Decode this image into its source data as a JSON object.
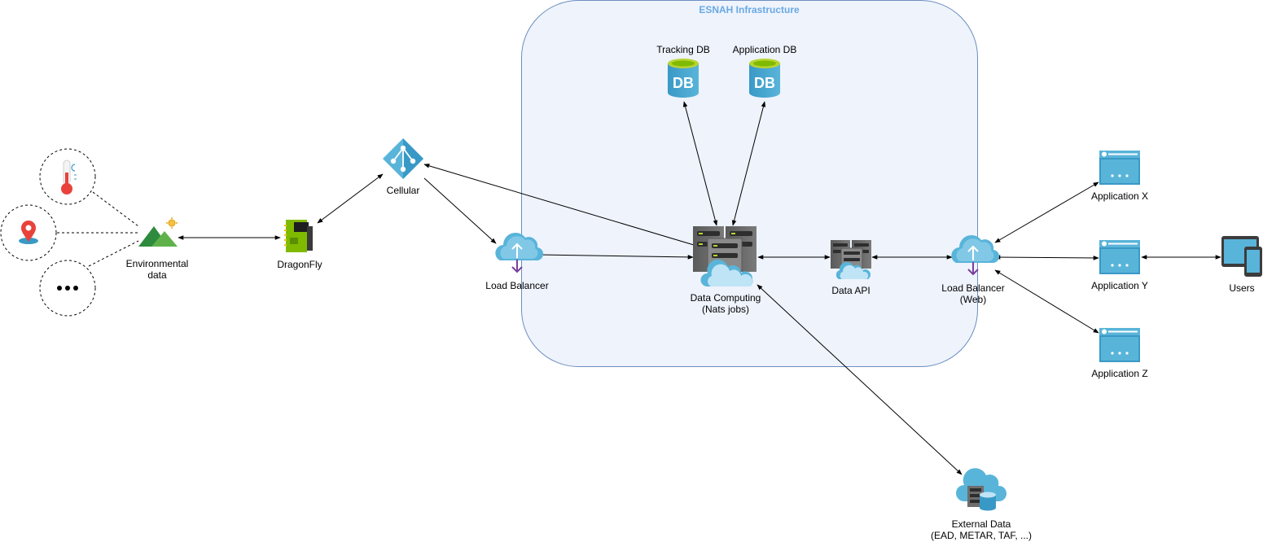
{
  "infrastructure": {
    "title": "ESNAH Infrastructure"
  },
  "nodes": {
    "temperature": {
      "icon": "thermometer-icon"
    },
    "location": {
      "icon": "map-pin-icon"
    },
    "more": {
      "icon": "ellipsis-icon"
    },
    "environmental": {
      "label": "Environmental\ndata",
      "icon": "landscape-icon"
    },
    "dragonfly": {
      "label": "DragonFly",
      "icon": "circuit-board-icon"
    },
    "cellular": {
      "label": "Cellular",
      "icon": "network-hub-icon"
    },
    "lb1": {
      "label": "Load Balancer",
      "icon": "cloud-load-balancer-icon"
    },
    "tracking_db": {
      "label": "Tracking DB",
      "icon": "database-icon",
      "text": "DB"
    },
    "application_db": {
      "label": "Application DB",
      "icon": "database-icon",
      "text": "DB"
    },
    "data_computing": {
      "label": "Data Computing\n(Nats jobs)",
      "icon": "server-cloud-icon"
    },
    "data_api": {
      "label": "Data API",
      "icon": "server-cloud-icon"
    },
    "lb_web": {
      "label": "Load Balancer\n(Web)",
      "icon": "cloud-load-balancer-icon"
    },
    "app_x": {
      "label": "Application X",
      "icon": "browser-window-icon"
    },
    "app_y": {
      "label": "Application Y",
      "icon": "browser-window-icon"
    },
    "app_z": {
      "label": "Application Z",
      "icon": "browser-window-icon"
    },
    "users": {
      "label": "Users",
      "icon": "devices-icon"
    },
    "external": {
      "label": "External Data\n(EAD, METAR, TAF, ...)",
      "icon": "cloud-storage-icon"
    }
  },
  "colors": {
    "infra_fill": "#eef3fc",
    "infra_stroke": "#6c8ebf",
    "azure_blue": "#3999c6",
    "light_blue": "#59b4d9",
    "cloud_blue": "#a3d8f3",
    "purple": "#7a3e9d",
    "server_gray": "#6e6e6e",
    "green": "#7fba00",
    "red": "#e8423b"
  }
}
